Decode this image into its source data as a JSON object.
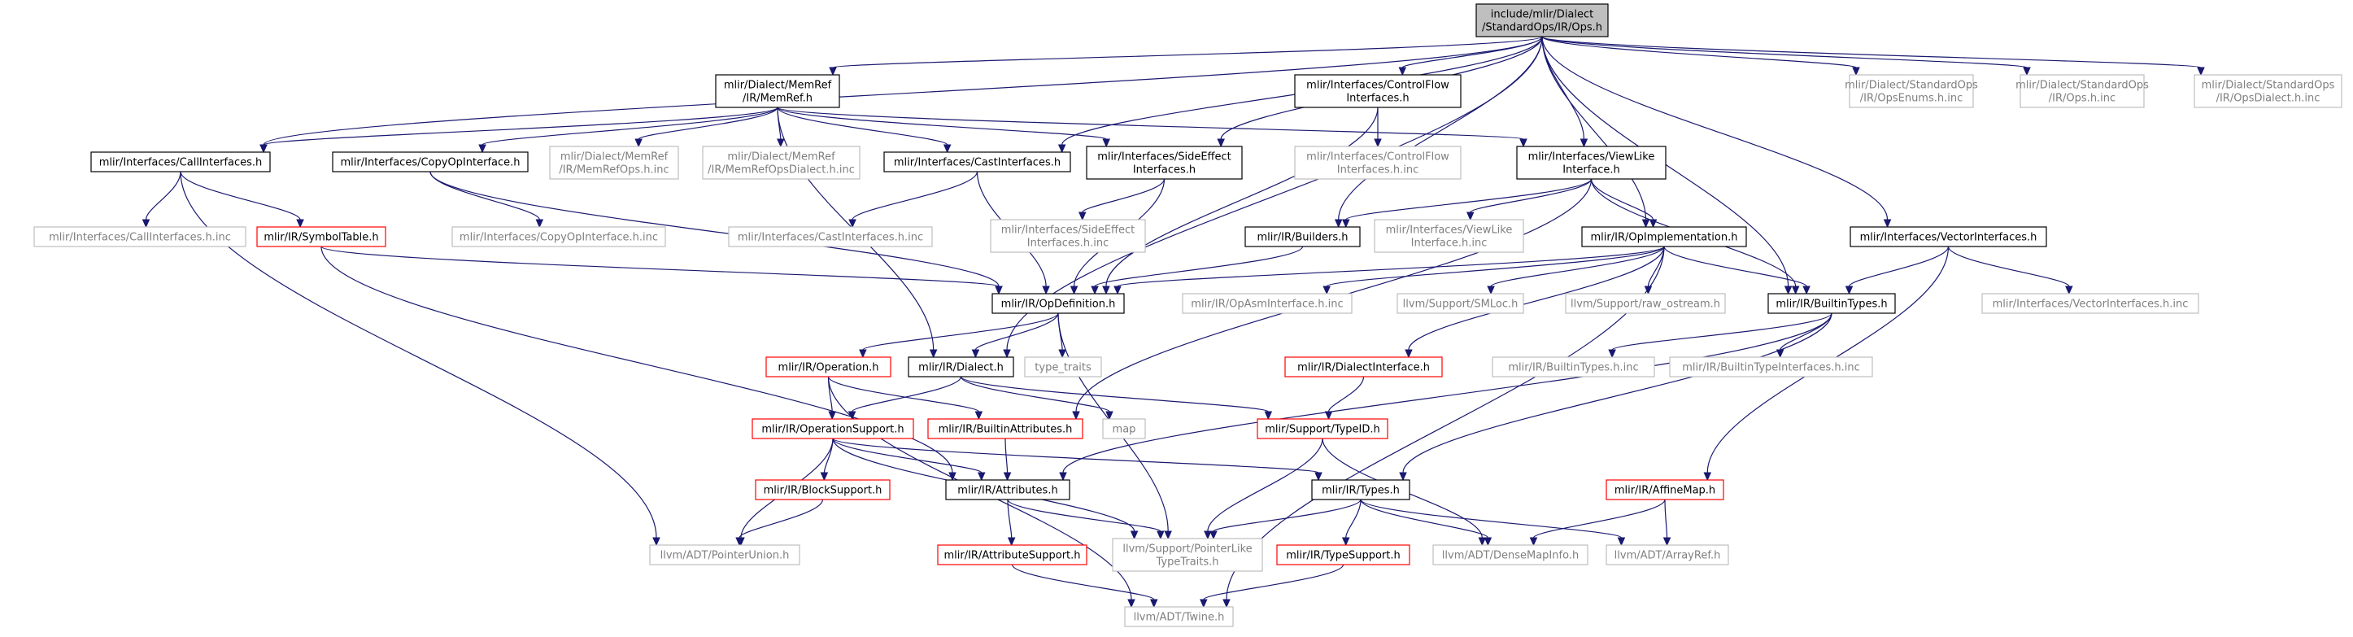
{
  "graph": {
    "colors": {
      "edge": "#191970",
      "root_fill": "#bfbfbf",
      "root_border": "#000000",
      "normal_border": "#000000",
      "red_border": "#ff0000",
      "external_border": "#bfbfbf",
      "text": "#000000",
      "external_text": "#7f7f7f"
    },
    "nodes": [
      {
        "id": "ops",
        "lines": [
          "include/mlir/Dialect",
          "/StandardOps/IR/Ops.h"
        ],
        "style": "root"
      },
      {
        "id": "memref",
        "lines": [
          "mlir/Dialect/MemRef",
          "/IR/MemRef.h"
        ],
        "style": "normal"
      },
      {
        "id": "controlflow",
        "lines": [
          "mlir/Interfaces/ControlFlow",
          "Interfaces.h"
        ],
        "style": "normal"
      },
      {
        "id": "opsenums",
        "lines": [
          "mlir/Dialect/StandardOps",
          "/IR/OpsEnums.h.inc"
        ],
        "style": "external"
      },
      {
        "id": "opshinc",
        "lines": [
          "mlir/Dialect/StandardOps",
          "/IR/Ops.h.inc"
        ],
        "style": "external"
      },
      {
        "id": "opsdialect",
        "lines": [
          "mlir/Dialect/StandardOps",
          "/IR/OpsDialect.h.inc"
        ],
        "style": "external"
      },
      {
        "id": "callinterfaces",
        "lines": [
          "mlir/Interfaces/CallInterfaces.h"
        ],
        "style": "normal"
      },
      {
        "id": "copyop",
        "lines": [
          "mlir/Interfaces/CopyOpInterface.h"
        ],
        "style": "normal"
      },
      {
        "id": "memrefops",
        "lines": [
          "mlir/Dialect/MemRef",
          "/IR/MemRefOps.h.inc"
        ],
        "style": "external"
      },
      {
        "id": "memrefopsdialect",
        "lines": [
          "mlir/Dialect/MemRef",
          "/IR/MemRefOpsDialect.h.inc"
        ],
        "style": "external"
      },
      {
        "id": "castinterfaces",
        "lines": [
          "mlir/Interfaces/CastInterfaces.h"
        ],
        "style": "normal"
      },
      {
        "id": "sideeffect",
        "lines": [
          "mlir/Interfaces/SideEffect",
          "Interfaces.h"
        ],
        "style": "normal"
      },
      {
        "id": "controlflowinc",
        "lines": [
          "mlir/Interfaces/ControlFlow",
          "Interfaces.h.inc"
        ],
        "style": "external"
      },
      {
        "id": "viewlike",
        "lines": [
          "mlir/Interfaces/ViewLike",
          "Interface.h"
        ],
        "style": "normal"
      },
      {
        "id": "callinc",
        "lines": [
          "mlir/Interfaces/CallInterfaces.h.inc"
        ],
        "style": "external"
      },
      {
        "id": "symboltable",
        "lines": [
          "mlir/IR/SymbolTable.h"
        ],
        "style": "red"
      },
      {
        "id": "copyopinc",
        "lines": [
          "mlir/Interfaces/CopyOpInterface.h.inc"
        ],
        "style": "external"
      },
      {
        "id": "castinc",
        "lines": [
          "mlir/Interfaces/CastInterfaces.h.inc"
        ],
        "style": "external"
      },
      {
        "id": "sideeffectinc",
        "lines": [
          "mlir/Interfaces/SideEffect",
          "Interfaces.h.inc"
        ],
        "style": "external"
      },
      {
        "id": "builders",
        "lines": [
          "mlir/IR/Builders.h"
        ],
        "style": "normal"
      },
      {
        "id": "viewlikeinc",
        "lines": [
          "mlir/Interfaces/ViewLike",
          "Interface.h.inc"
        ],
        "style": "external"
      },
      {
        "id": "opimpl",
        "lines": [
          "mlir/IR/OpImplementation.h"
        ],
        "style": "normal"
      },
      {
        "id": "vectorinterfaces",
        "lines": [
          "mlir/Interfaces/VectorInterfaces.h"
        ],
        "style": "normal"
      },
      {
        "id": "opdefinition",
        "lines": [
          "mlir/IR/OpDefinition.h"
        ],
        "style": "normal"
      },
      {
        "id": "opasminc",
        "lines": [
          "mlir/IR/OpAsmInterface.h.inc"
        ],
        "style": "external"
      },
      {
        "id": "smloc",
        "lines": [
          "llvm/Support/SMLoc.h"
        ],
        "style": "external"
      },
      {
        "id": "rawostream",
        "lines": [
          "llvm/Support/raw_ostream.h"
        ],
        "style": "external"
      },
      {
        "id": "builtintypes",
        "lines": [
          "mlir/IR/BuiltinTypes.h"
        ],
        "style": "normal"
      },
      {
        "id": "vectorinc",
        "lines": [
          "mlir/Interfaces/VectorInterfaces.h.inc"
        ],
        "style": "external"
      },
      {
        "id": "operation",
        "lines": [
          "mlir/IR/Operation.h"
        ],
        "style": "red"
      },
      {
        "id": "dialect",
        "lines": [
          "mlir/IR/Dialect.h"
        ],
        "style": "normal"
      },
      {
        "id": "typetraits",
        "lines": [
          "type_traits"
        ],
        "style": "external"
      },
      {
        "id": "dialectinterface",
        "lines": [
          "mlir/IR/DialectInterface.h"
        ],
        "style": "red"
      },
      {
        "id": "builtintypesinc",
        "lines": [
          "mlir/IR/BuiltinTypes.h.inc"
        ],
        "style": "external"
      },
      {
        "id": "builtintypeinterfaces",
        "lines": [
          "mlir/IR/BuiltinTypeInterfaces.h.inc"
        ],
        "style": "external"
      },
      {
        "id": "operationsupport",
        "lines": [
          "mlir/IR/OperationSupport.h"
        ],
        "style": "red"
      },
      {
        "id": "builtinattributes",
        "lines": [
          "mlir/IR/BuiltinAttributes.h"
        ],
        "style": "red"
      },
      {
        "id": "map",
        "lines": [
          "map"
        ],
        "style": "external"
      },
      {
        "id": "typeid",
        "lines": [
          "mlir/Support/TypeID.h"
        ],
        "style": "red"
      },
      {
        "id": "blocksupport",
        "lines": [
          "mlir/IR/BlockSupport.h"
        ],
        "style": "red"
      },
      {
        "id": "attributes",
        "lines": [
          "mlir/IR/Attributes.h"
        ],
        "style": "normal"
      },
      {
        "id": "types",
        "lines": [
          "mlir/IR/Types.h"
        ],
        "style": "normal"
      },
      {
        "id": "affinemap",
        "lines": [
          "mlir/IR/AffineMap.h"
        ],
        "style": "red"
      },
      {
        "id": "pointerunion",
        "lines": [
          "llvm/ADT/PointerUnion.h"
        ],
        "style": "external"
      },
      {
        "id": "attributesupport",
        "lines": [
          "mlir/IR/AttributeSupport.h"
        ],
        "style": "red"
      },
      {
        "id": "pointerlike",
        "lines": [
          "llvm/Support/PointerLike",
          "TypeTraits.h"
        ],
        "style": "external"
      },
      {
        "id": "typesupport",
        "lines": [
          "mlir/IR/TypeSupport.h"
        ],
        "style": "red"
      },
      {
        "id": "densemapinfo",
        "lines": [
          "llvm/ADT/DenseMapInfo.h"
        ],
        "style": "external"
      },
      {
        "id": "arrayref",
        "lines": [
          "llvm/ADT/ArrayRef.h"
        ],
        "style": "external"
      },
      {
        "id": "twine",
        "lines": [
          "llvm/ADT/Twine.h"
        ],
        "style": "external"
      }
    ],
    "edges": [
      [
        "ops",
        "memref"
      ],
      [
        "ops",
        "controlflow"
      ],
      [
        "ops",
        "opsenums"
      ],
      [
        "ops",
        "opshinc"
      ],
      [
        "ops",
        "opsdialect"
      ],
      [
        "ops",
        "callinterfaces"
      ],
      [
        "ops",
        "castinterfaces"
      ],
      [
        "ops",
        "sideeffect"
      ],
      [
        "ops",
        "viewlike"
      ],
      [
        "ops",
        "builders"
      ],
      [
        "ops",
        "opimpl"
      ],
      [
        "ops",
        "vectorinterfaces"
      ],
      [
        "ops",
        "builtintypes"
      ],
      [
        "ops",
        "dialect"
      ],
      [
        "memref",
        "callinterfaces"
      ],
      [
        "memref",
        "copyop"
      ],
      [
        "memref",
        "memrefops"
      ],
      [
        "memref",
        "memrefopsdialect"
      ],
      [
        "memref",
        "castinterfaces"
      ],
      [
        "memref",
        "sideeffect"
      ],
      [
        "memref",
        "viewlike"
      ],
      [
        "memref",
        "dialect"
      ],
      [
        "controlflow",
        "controlflowinc"
      ],
      [
        "controlflow",
        "opdefinition"
      ],
      [
        "callinterfaces",
        "callinc"
      ],
      [
        "callinterfaces",
        "symboltable"
      ],
      [
        "callinterfaces",
        "pointerunion"
      ],
      [
        "symboltable",
        "opdefinition"
      ],
      [
        "symboltable",
        "attributes"
      ],
      [
        "copyop",
        "copyopinc"
      ],
      [
        "copyop",
        "opdefinition"
      ],
      [
        "castinterfaces",
        "castinc"
      ],
      [
        "castinterfaces",
        "opdefinition"
      ],
      [
        "sideeffect",
        "sideeffectinc"
      ],
      [
        "sideeffect",
        "opdefinition"
      ],
      [
        "viewlike",
        "viewlikeinc"
      ],
      [
        "viewlike",
        "builders"
      ],
      [
        "viewlike",
        "opimpl"
      ],
      [
        "viewlike",
        "builtintypes"
      ],
      [
        "viewlike",
        "builtinattributes"
      ],
      [
        "builders",
        "opdefinition"
      ],
      [
        "opimpl",
        "opdefinition"
      ],
      [
        "opimpl",
        "opasminc"
      ],
      [
        "opimpl",
        "smloc"
      ],
      [
        "opimpl",
        "rawostream"
      ],
      [
        "opimpl",
        "builtintypes"
      ],
      [
        "opimpl",
        "dialectinterface"
      ],
      [
        "opimpl",
        "twine"
      ],
      [
        "vectorinterfaces",
        "builtintypes"
      ],
      [
        "vectorinterfaces",
        "vectorinc"
      ],
      [
        "vectorinterfaces",
        "affinemap"
      ],
      [
        "opdefinition",
        "operation"
      ],
      [
        "opdefinition",
        "dialect"
      ],
      [
        "opdefinition",
        "typetraits"
      ],
      [
        "opdefinition",
        "pointerlike"
      ],
      [
        "builtintypes",
        "builtintypesinc"
      ],
      [
        "builtintypes",
        "builtintypeinterfaces"
      ],
      [
        "builtintypes",
        "types"
      ],
      [
        "builtintypes",
        "attributes"
      ],
      [
        "operation",
        "operationsupport"
      ],
      [
        "operation",
        "builtinattributes"
      ],
      [
        "operation",
        "twine"
      ],
      [
        "dialect",
        "operationsupport"
      ],
      [
        "dialect",
        "map"
      ],
      [
        "dialect",
        "typeid"
      ],
      [
        "dialectinterface",
        "typeid"
      ],
      [
        "operationsupport",
        "blocksupport"
      ],
      [
        "operationsupport",
        "attributes"
      ],
      [
        "operationsupport",
        "types"
      ],
      [
        "operationsupport",
        "pointerunion"
      ],
      [
        "operationsupport",
        "pointerlike"
      ],
      [
        "builtinattributes",
        "attributes"
      ],
      [
        "typeid",
        "pointerlike"
      ],
      [
        "typeid",
        "densemapinfo"
      ],
      [
        "blocksupport",
        "pointerunion"
      ],
      [
        "attributes",
        "attributesupport"
      ],
      [
        "attributes",
        "pointerlike"
      ],
      [
        "types",
        "typesupport"
      ],
      [
        "types",
        "densemapinfo"
      ],
      [
        "types",
        "arrayref"
      ],
      [
        "types",
        "pointerlike"
      ],
      [
        "affinemap",
        "densemapinfo"
      ],
      [
        "affinemap",
        "arrayref"
      ],
      [
        "attributesupport",
        "twine"
      ],
      [
        "typesupport",
        "twine"
      ]
    ]
  }
}
